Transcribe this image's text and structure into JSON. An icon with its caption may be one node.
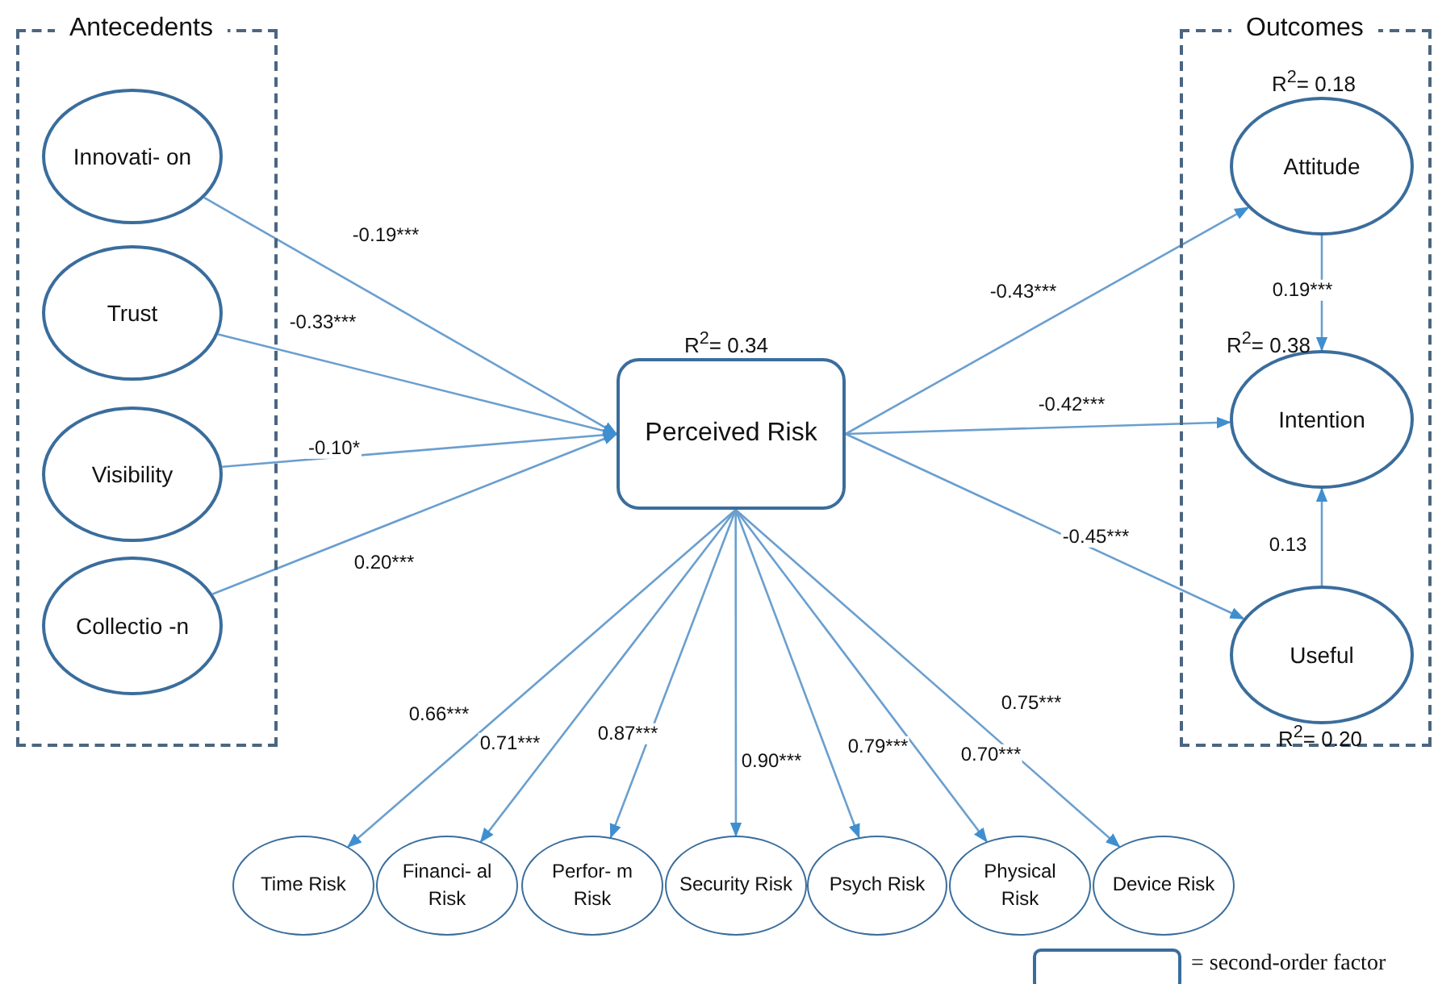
{
  "diagram": {
    "nodes": [
      {
        "text": [
          "Antecedents"
        ]
      },
      {
        "text": [
          "Innovati- on"
        ],
        "in": 0
      },
      {
        "text": [
          "Trust"
        ],
        "in": 0
      },
      {
        "text": [
          "Visibility"
        ],
        "in": 0
      },
      {
        "text": [
          "Collectio -n"
        ],
        "in": 0
      },
      {
        "text": [
          "Outcomes"
        ]
      },
      {
        "text": [
          "Attitude"
        ],
        "in": 5,
        "beside": [
          "R$^{2}$= 0.18"
        ]
      },
      {
        "text": [
          "Intention"
        ],
        "in": 5,
        "beside": [
          "R$^{2}$= 0.38"
        ]
      },
      {
        "text": [
          "Useful"
        ],
        "in": 5,
        "beside": [
          "R$^{2}$= 0.20"
        ]
      },
      {
        "text": [
          "Perceived Risk"
        ],
        "beside": [
          "R$^{2}$= 0.34"
        ]
      },
      {
        "text": [
          "Time Risk"
        ]
      },
      {
        "text": [
          "Financi- al Risk"
        ]
      },
      {
        "text": [
          "Perfor- m Risk"
        ]
      },
      {
        "text": [
          "Security Risk"
        ]
      },
      {
        "text": [
          "Psych Risk"
        ]
      },
      {
        "text": [
          "Physical Risk"
        ]
      },
      {
        "text": [
          "Device Risk"
        ]
      }
    ],
    "edges": [
      {
        "from": 1,
        "to": 9,
        "arrow": "to",
        "label": "-0.19***"
      },
      {
        "from": 2,
        "to": 9,
        "arrow": "to",
        "label": "-0.33***"
      },
      {
        "from": 3,
        "to": 9,
        "arrow": "to",
        "label": "-0.10*"
      },
      {
        "from": 4,
        "to": 9,
        "arrow": "to",
        "label": "0.20***"
      },
      {
        "from": 9,
        "to": 6,
        "arrow": "to",
        "label": "-0.43***"
      },
      {
        "from": 9,
        "to": 7,
        "arrow": "to",
        "label": "-0.42***"
      },
      {
        "from": 9,
        "to": 8,
        "arrow": "to",
        "label": "-0.45***"
      },
      {
        "from": 6,
        "to": 7,
        "arrow": "to",
        "label": "0.19***"
      },
      {
        "from": 8,
        "to": 7,
        "arrow": "to",
        "label": "0.13"
      },
      {
        "from": 9,
        "to": 10,
        "arrow": "to",
        "label": "0.66***"
      },
      {
        "from": 9,
        "to": 11,
        "arrow": "to",
        "label": "0.71***"
      },
      {
        "from": 9,
        "to": 12,
        "arrow": "to",
        "label": "0.87***"
      },
      {
        "from": 9,
        "to": 13,
        "arrow": "to",
        "label": "0.90***"
      },
      {
        "from": 9,
        "to": 14,
        "arrow": "to",
        "label": "0.79***"
      },
      {
        "from": 9,
        "to": 15,
        "arrow": "to",
        "label": "0.70***"
      },
      {
        "from": 9,
        "to": 16,
        "arrow": "to",
        "label": "0.75***"
      }
    ],
    "legend": [
      {
        "text": "= second-order factor"
      }
    ]
  }
}
